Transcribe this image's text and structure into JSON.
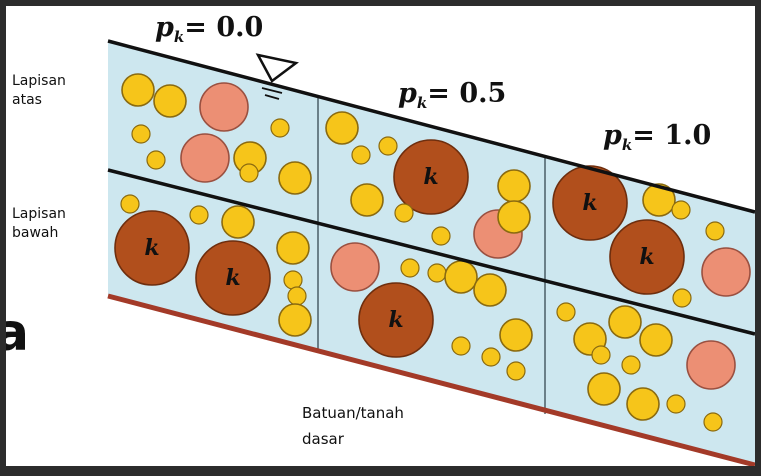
{
  "labels": {
    "upper_layer": [
      "Lapisan",
      "atas"
    ],
    "lower_layer": [
      "Lapisan",
      "bawah"
    ],
    "bedrock": [
      "Batuan/tanah",
      "dasar"
    ]
  },
  "sections": [
    {
      "symbol": "p",
      "subscript": "k",
      "value": "= 0.0"
    },
    {
      "symbol": "p",
      "subscript": "k",
      "value": "= 0.5"
    },
    {
      "symbol": "p",
      "subscript": "k",
      "value": "= 1.0"
    }
  ],
  "grain_symbol": "k",
  "cropped_glyph": "a",
  "colors": {
    "page": "#ffffff",
    "frame": "#2c2c2c",
    "water": "#cde7ef",
    "outline": "#111111",
    "bed": "#a33a28",
    "small_grain": "#f6c51a",
    "medium_grain": "#ec8f74",
    "large_grain": "#b14f1c"
  }
}
